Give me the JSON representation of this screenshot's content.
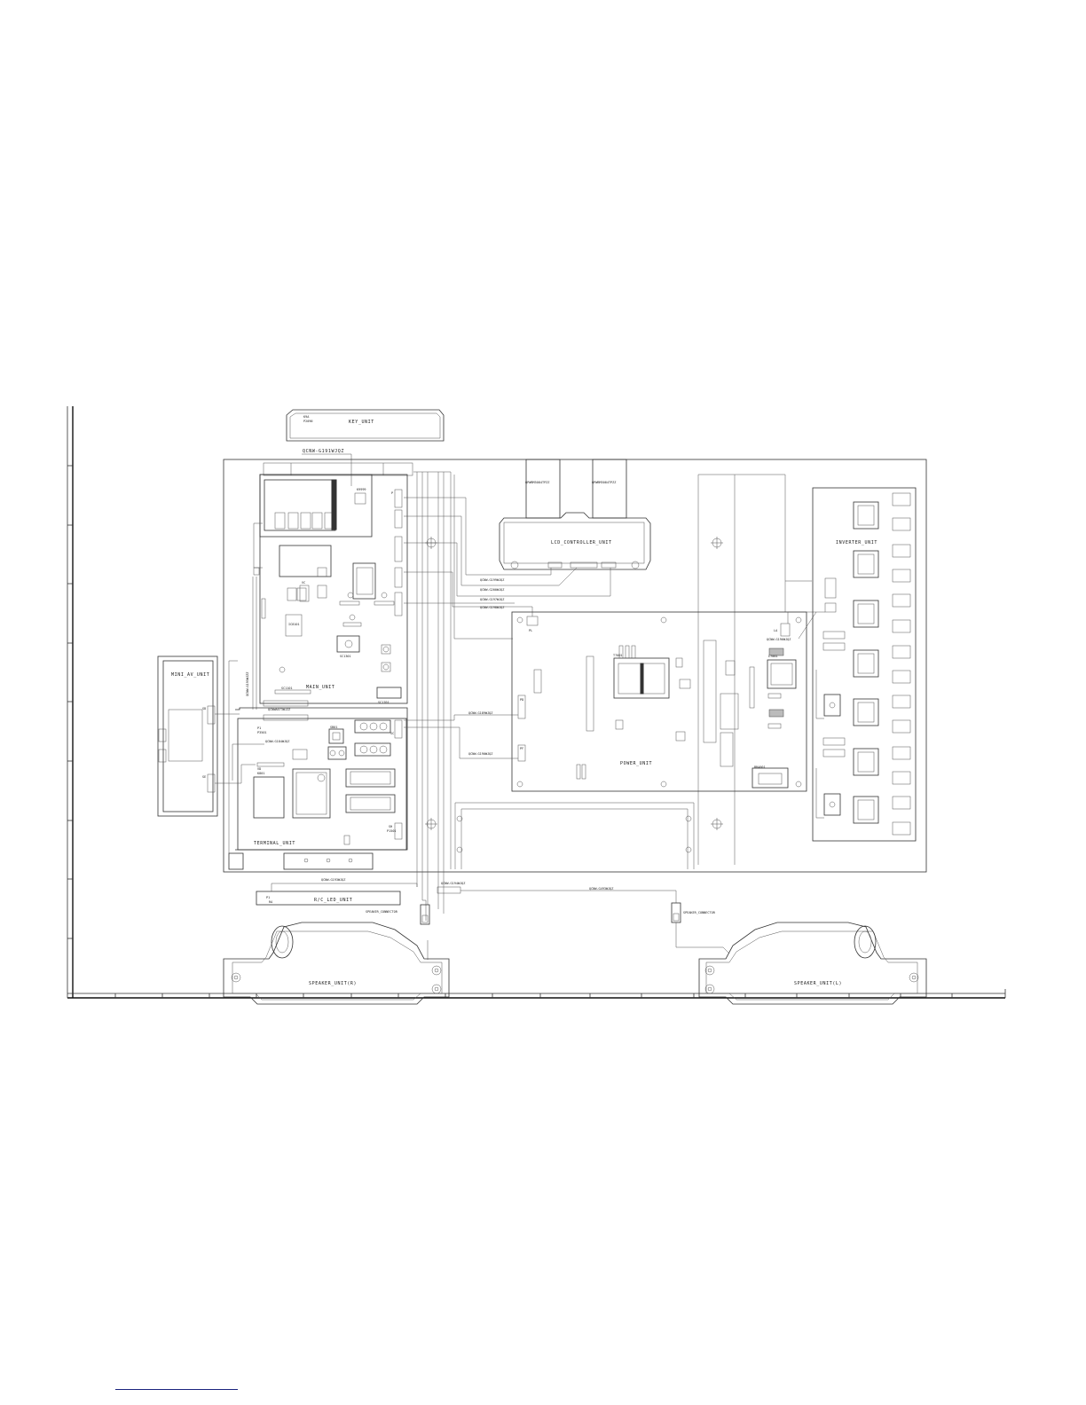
{
  "units": {
    "key": "KEY_UNIT",
    "lcd_controller": "LCD_CONTROLLER_UNIT",
    "inverter": "INVERTER_UNIT",
    "main": "MAIN_UNIT",
    "power": "POWER_UNIT",
    "terminal": "TERMINAL_UNIT",
    "mini_av": "MINI_AV_UNIT",
    "rc_led": "R/C_LED_UNIT",
    "speaker_r": "SPEAKER_UNIT(R)",
    "speaker_l": "SPEAKER_UNIT(L)"
  },
  "cables": {
    "key": "QCNW-G191WJQZ",
    "flat_left": "QPWBM3084TPZZ",
    "flat_right": "QPWBM3084TPZZ",
    "c199": "QCNW-G199WJQZ",
    "c200": "QCNW-G200WJQZ",
    "c197": "QCNW-G197WJQZ",
    "c198": "QCNW-G198WJQZ",
    "c196": "QCNW-G196WJQZ",
    "main_terminal": "QCNWA673WJZZ",
    "mini_av_vertical": "QCNW-G195WJZZ",
    "terminal_mini_av": "QCNW-G184WJQZ",
    "c189": "QCNW-G189WJQZ",
    "c190": "QCNW-G190WJQZ",
    "rc_led": "QCNW-G193WJQZ",
    "speaker_r": "QCNW-G194WJQZ",
    "speaker_l": "QCNW-G493WJQZ"
  },
  "connectors": {
    "speaker_r": "SPEAKER_CONNECTOR",
    "speaker_l": "SPEAKER_CONNECTOR",
    "pl": "PL",
    "la": "LA"
  }
}
